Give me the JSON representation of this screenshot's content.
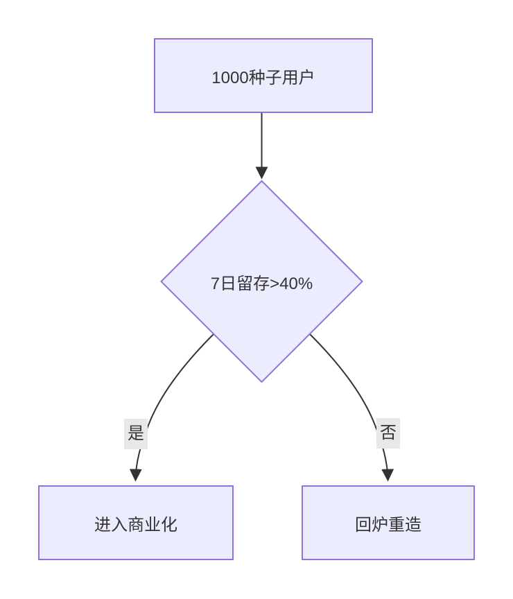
{
  "diagram": {
    "type": "flowchart",
    "direction": "top-down",
    "colors": {
      "background": "#ffffff",
      "node_fill": "#ececff",
      "node_border": "#9370db",
      "edge_line": "#333333",
      "text": "#333333",
      "edge_label_bg": "#e8e8e8"
    },
    "nodes": {
      "start": {
        "label": "1000种子用户",
        "shape": "rectangle"
      },
      "decision": {
        "label": "7日留存>40%",
        "shape": "diamond"
      },
      "yes_outcome": {
        "label": "进入商业化",
        "shape": "rectangle"
      },
      "no_outcome": {
        "label": "回炉重造",
        "shape": "rectangle"
      }
    },
    "edges": [
      {
        "from": "start",
        "to": "decision",
        "label": ""
      },
      {
        "from": "decision",
        "to": "yes_outcome",
        "label": "是"
      },
      {
        "from": "decision",
        "to": "no_outcome",
        "label": "否"
      }
    ]
  }
}
